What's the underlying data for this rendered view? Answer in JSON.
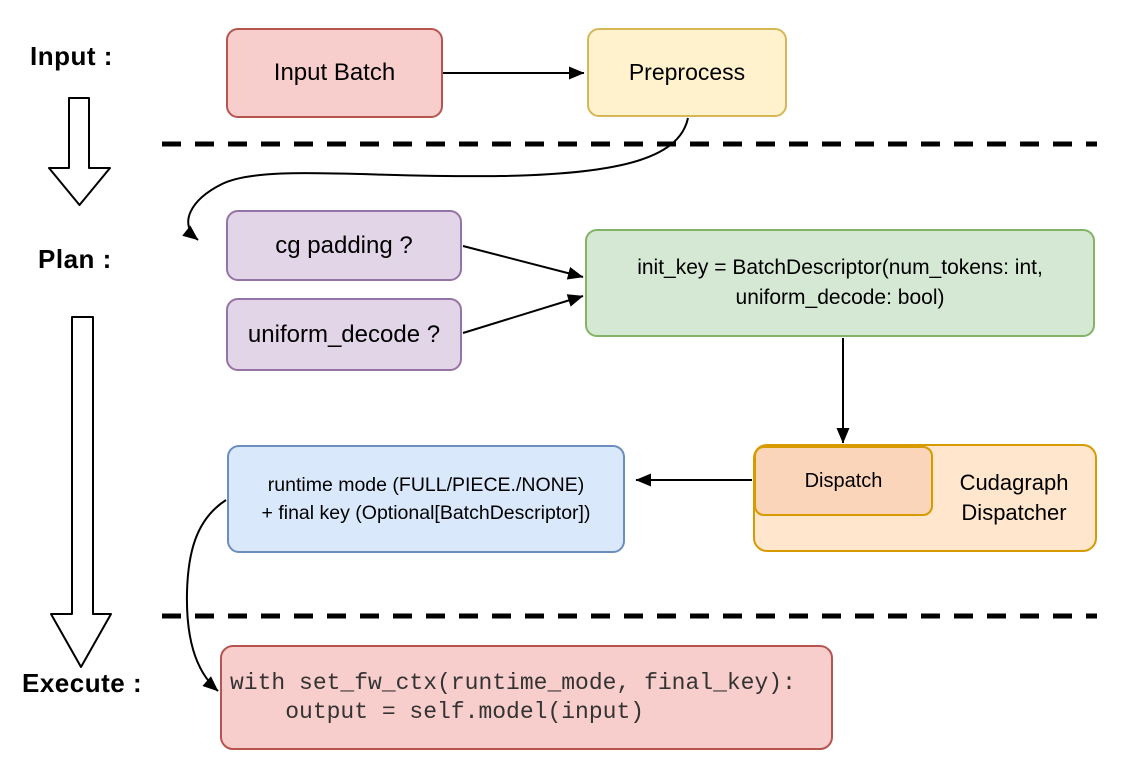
{
  "stage_labels": {
    "input": "Input :",
    "plan": "Plan :",
    "execute": "Execute :"
  },
  "boxes": {
    "input_batch": {
      "label": "Input Batch",
      "fill": "#f8cecc",
      "border": "#b85450"
    },
    "preprocess": {
      "label": "Preprocess",
      "fill": "#fff2cc",
      "border": "#d6b656"
    },
    "cg_padding": {
      "label": "cg padding ?",
      "fill": "#e1d5e7",
      "border": "#9673a6"
    },
    "uniform_decode": {
      "label": "uniform_decode ?",
      "fill": "#e1d5e7",
      "border": "#9673a6"
    },
    "init_key": {
      "lines": [
        "init_key = BatchDescriptor(num_tokens: int,",
        "uniform_decode: bool)"
      ],
      "fill": "#d5e8d4",
      "border": "#82b366"
    },
    "runtime_result": {
      "lines": [
        "runtime mode (FULL/PIECE./NONE)",
        "+ final key (Optional[BatchDescriptor])"
      ],
      "fill": "#dae8fc",
      "border": "#6c8ebf"
    },
    "dispatch": {
      "label": "Dispatch",
      "fill": "#fbd5ba",
      "border": "#d79b00"
    },
    "cudagraph_dispatcher": {
      "label": "Cudagraph Dispatcher",
      "fill": "#ffe6cc",
      "border": "#d79b00"
    },
    "execute_code": {
      "lines": [
        "with set_fw_ctx(runtime_mode, final_key):",
        "    output = self.model(input)"
      ],
      "fill": "#f8cecc",
      "border": "#b85450"
    }
  },
  "connector_color": "#000000"
}
